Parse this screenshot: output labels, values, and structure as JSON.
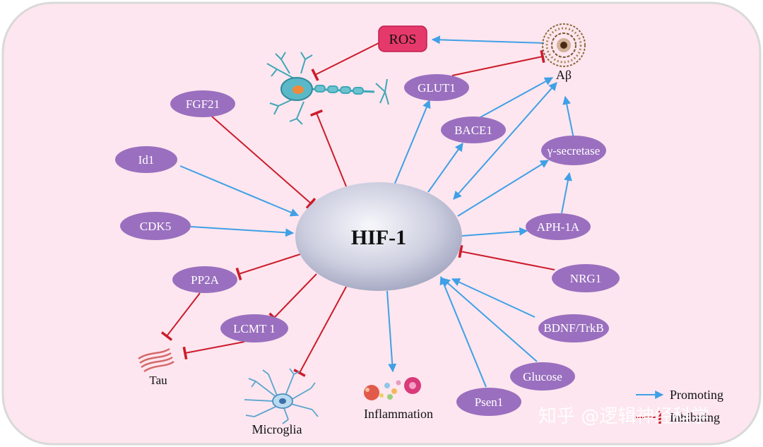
{
  "diagram": {
    "center": "HIF-1",
    "ros": "ROS",
    "abeta": "Aβ",
    "nodes": {
      "fgf21": "FGF21",
      "id1": "Id1",
      "cdk5": "CDK5",
      "pp2a": "PP2A",
      "lcmt1": "LCMT 1",
      "glut1": "GLUT1",
      "bace1": "BACE1",
      "gsecretase": "γ-secretase",
      "aph1a": "APH-1A",
      "nrg1": "NRG1",
      "bdnf": "BDNF/TrkB",
      "glucose": "Glucose",
      "psen1": "Psen1"
    },
    "labels": {
      "tau": "Tau",
      "microglia": "Microglia",
      "inflammation": "Inflammation"
    },
    "legend": {
      "promoting": "Promoting",
      "inhibiting": "Inhibiting"
    },
    "colors": {
      "promote": "#3fa0e6",
      "inhibit": "#cc1c2c",
      "node": "#9a6fbf",
      "ros": "#e6396b",
      "background": "#fde6ef"
    },
    "watermark": "知乎 @逻辑神经科学"
  }
}
